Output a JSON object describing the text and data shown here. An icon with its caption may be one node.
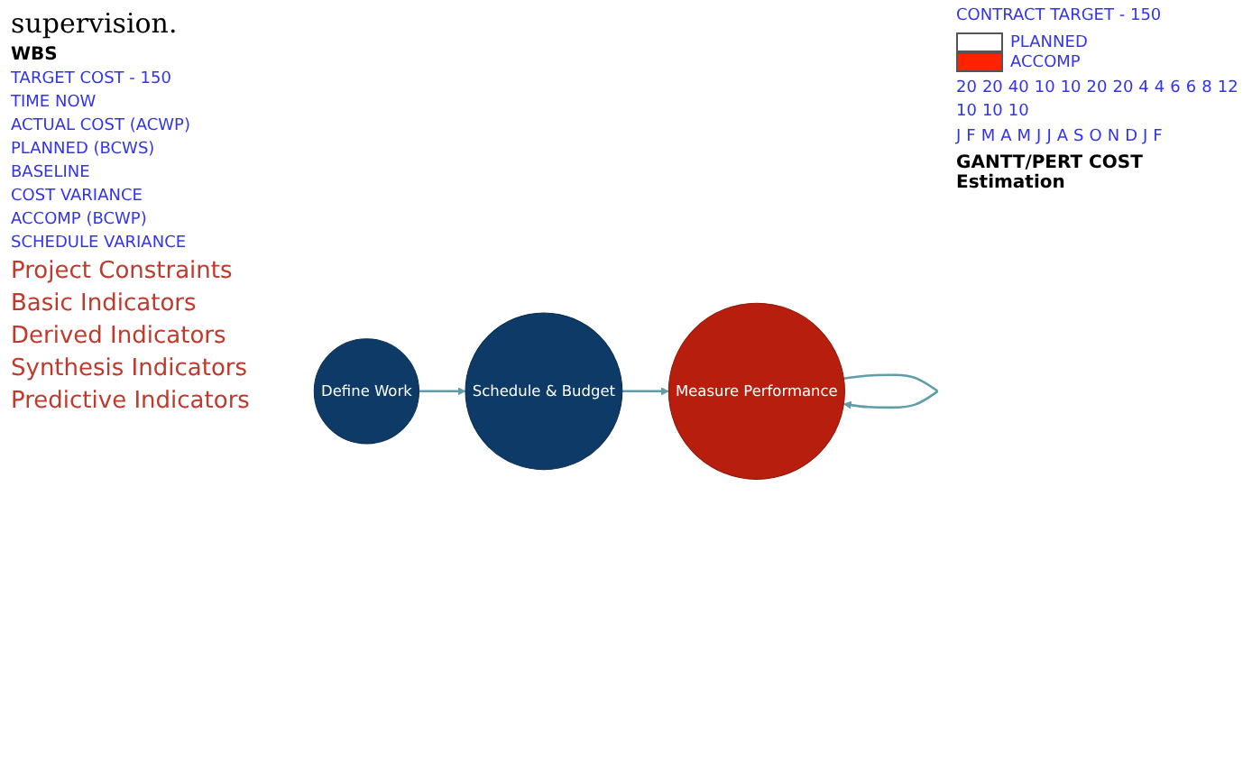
{
  "diagram": {
    "nodes": [
      {
        "text": [
          "Define Work"
        ]
      },
      {
        "text": [
          "Schedule & Budget"
        ]
      },
      {
        "text": [
          "Measure Performance"
        ]
      }
    ],
    "edges": [
      {
        "from": 0,
        "to": 1,
        "arrow": "to"
      },
      {
        "from": 1,
        "to": 2,
        "arrow": "to"
      },
      {
        "from": 2,
        "to": 2,
        "arrow": "to"
      }
    ],
    "labels": [
      "supervision.",
      "WBS",
      "CONTRACT TARGET - 150",
      "20",
      "20",
      "40",
      "10",
      "10",
      "20",
      "20",
      "4",
      "4",
      "6",
      "6",
      "8",
      "12",
      "10",
      "10",
      "10",
      "J",
      "F",
      "M",
      "A",
      "M",
      "J",
      "J",
      "A",
      "S",
      "O",
      "N",
      "D",
      "J",
      "F",
      "GANTT/PERT COST Estimation",
      "TARGET COST - 150",
      "TIME NOW",
      "ACTUAL COST (ACWP)",
      "PLANNED (BCWS)",
      "BASELINE",
      "COST VARIANCE",
      "ACCOMP (BCWP)",
      "SCHEDULE VARIANCE",
      "Project Constraints",
      "Basic Indicators",
      "Derived Indicators",
      "Synthesis Indicators",
      "Predictive Indicators"
    ],
    "legend": [
      {
        "text": "PLANNED",
        "color": "#ffffff"
      },
      {
        "text": "ACCOMP",
        "color": "#ff2200"
      }
    ]
  }
}
